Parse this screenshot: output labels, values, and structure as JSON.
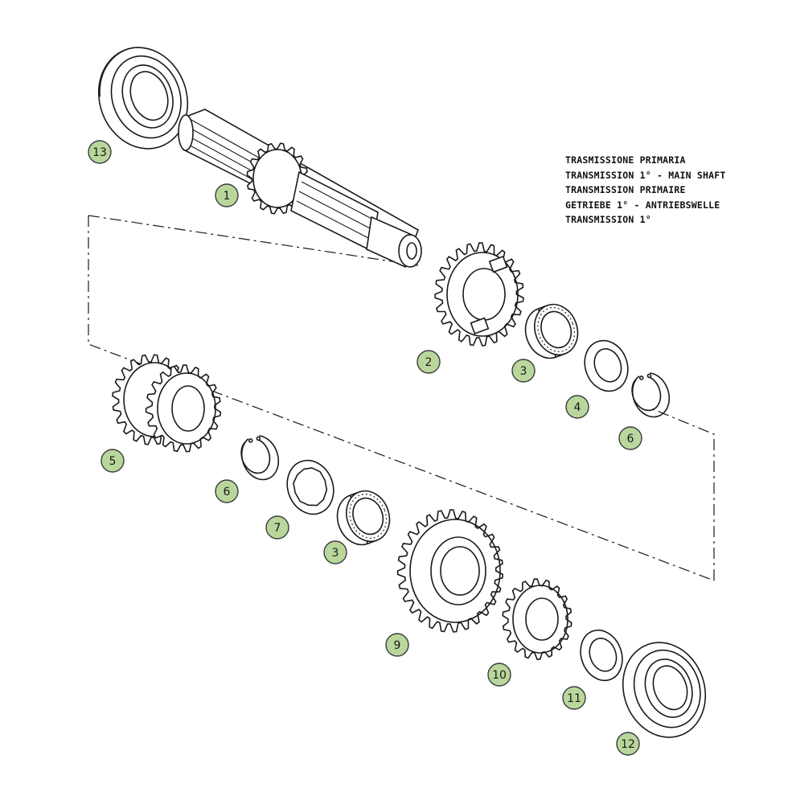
{
  "title_lines": [
    "TRASMISSIONE PRIMARIA",
    "TRANSMISSION 1° -  MAIN SHAFT",
    "TRANSMISSION PRIMAIRE",
    "GETRIEBE 1° - ANTRIEBSWELLE",
    "TRANSMISSION 1°"
  ],
  "colors": {
    "callout_fill": "#b9d79c",
    "callout_stroke": "#3c3c3c",
    "ink": "#1a1a1a"
  },
  "parts": [
    {
      "id": "p13",
      "label": "13",
      "kind": "bearing"
    },
    {
      "id": "p1",
      "label": "1",
      "kind": "main-shaft"
    },
    {
      "id": "p2",
      "label": "2",
      "kind": "gear"
    },
    {
      "id": "p3a",
      "label": "3",
      "kind": "needle-bearing"
    },
    {
      "id": "p4",
      "label": "4",
      "kind": "washer"
    },
    {
      "id": "p6a",
      "label": "6",
      "kind": "circlip"
    },
    {
      "id": "p5",
      "label": "5",
      "kind": "double-gear"
    },
    {
      "id": "p6b",
      "label": "6",
      "kind": "circlip"
    },
    {
      "id": "p7",
      "label": "7",
      "kind": "splined-washer"
    },
    {
      "id": "p3b",
      "label": "3",
      "kind": "needle-bearing"
    },
    {
      "id": "p9",
      "label": "9",
      "kind": "gear"
    },
    {
      "id": "p10",
      "label": "10",
      "kind": "gear"
    },
    {
      "id": "p11",
      "label": "11",
      "kind": "washer"
    },
    {
      "id": "p12",
      "label": "12",
      "kind": "bearing"
    }
  ]
}
